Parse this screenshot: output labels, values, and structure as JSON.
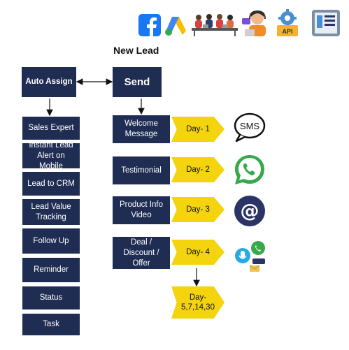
{
  "title": "New Lead",
  "left": {
    "auto_assign": "Auto Assign",
    "items": [
      "Sales Expert",
      "Instant Lead Alert on Mobile",
      "Lead to CRM",
      "Lead Value Tracking",
      "Follow Up",
      "Reminder",
      "Status",
      "Task"
    ]
  },
  "right": {
    "send": "Send",
    "messages": [
      "Welcome Message",
      "Testimonial",
      "Product Info Video",
      "Deal / Discount / Offer"
    ],
    "days": [
      "Day- 1",
      "Day- 2",
      "Day- 3",
      "Day- 4"
    ],
    "final_day": "Day- 5,7,14,30"
  },
  "channels": {
    "sms_label": "SMS",
    "at_symbol": "@",
    "api_label": "API"
  },
  "icons": [
    "facebook-icon",
    "google-ads-icon",
    "team-icon",
    "support-agent-icon",
    "api-gear-icon",
    "web-form-icon",
    "sms-icon",
    "whatsapp-icon",
    "email-at-icon",
    "multi-channel-icon"
  ],
  "colors": {
    "navy": "#1f2d53",
    "yellow": "#f4d40f",
    "whatsapp": "#36a94a",
    "email": "#2a3566",
    "facebook": "#1877f2"
  }
}
